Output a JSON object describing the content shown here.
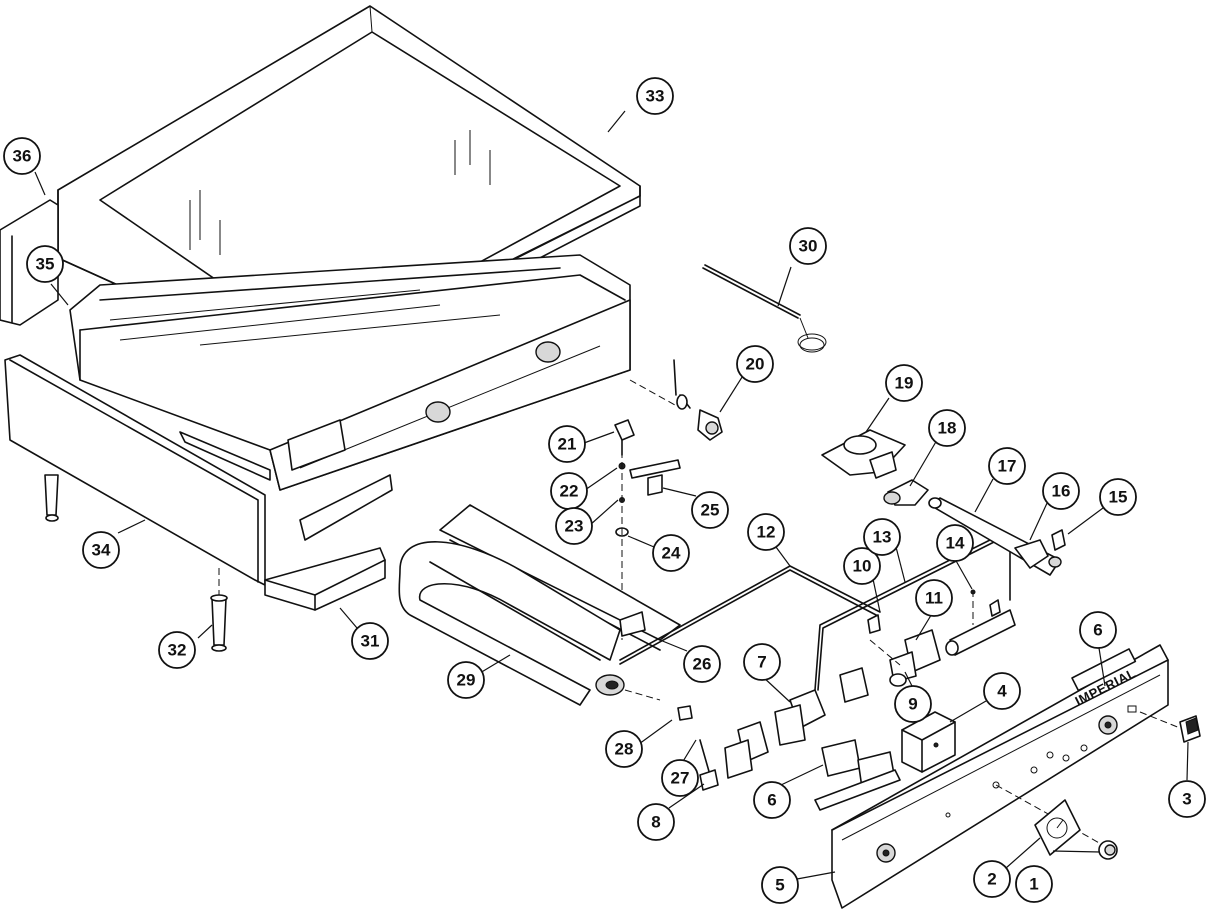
{
  "brand_label": "IMPERIAL",
  "callouts": [
    {
      "id": "c1",
      "label": "1"
    },
    {
      "id": "c2",
      "label": "2"
    },
    {
      "id": "c3",
      "label": "3"
    },
    {
      "id": "c4",
      "label": "4"
    },
    {
      "id": "c5",
      "label": "5"
    },
    {
      "id": "c6a",
      "label": "6"
    },
    {
      "id": "c6b",
      "label": "6"
    },
    {
      "id": "c7",
      "label": "7"
    },
    {
      "id": "c8",
      "label": "8"
    },
    {
      "id": "c9",
      "label": "9"
    },
    {
      "id": "c10",
      "label": "10"
    },
    {
      "id": "c11",
      "label": "11"
    },
    {
      "id": "c12",
      "label": "12"
    },
    {
      "id": "c13",
      "label": "13"
    },
    {
      "id": "c14",
      "label": "14"
    },
    {
      "id": "c15",
      "label": "15"
    },
    {
      "id": "c16",
      "label": "16"
    },
    {
      "id": "c17",
      "label": "17"
    },
    {
      "id": "c18",
      "label": "18"
    },
    {
      "id": "c19",
      "label": "19"
    },
    {
      "id": "c20",
      "label": "20"
    },
    {
      "id": "c21",
      "label": "21"
    },
    {
      "id": "c22",
      "label": "22"
    },
    {
      "id": "c23",
      "label": "23"
    },
    {
      "id": "c24",
      "label": "24"
    },
    {
      "id": "c25",
      "label": "25"
    },
    {
      "id": "c26",
      "label": "26"
    },
    {
      "id": "c27",
      "label": "27"
    },
    {
      "id": "c28",
      "label": "28"
    },
    {
      "id": "c29",
      "label": "29"
    },
    {
      "id": "c30",
      "label": "30"
    },
    {
      "id": "c31",
      "label": "31"
    },
    {
      "id": "c32",
      "label": "32"
    },
    {
      "id": "c33",
      "label": "33"
    },
    {
      "id": "c34",
      "label": "34"
    },
    {
      "id": "c35",
      "label": "35"
    },
    {
      "id": "c36",
      "label": "36"
    }
  ]
}
